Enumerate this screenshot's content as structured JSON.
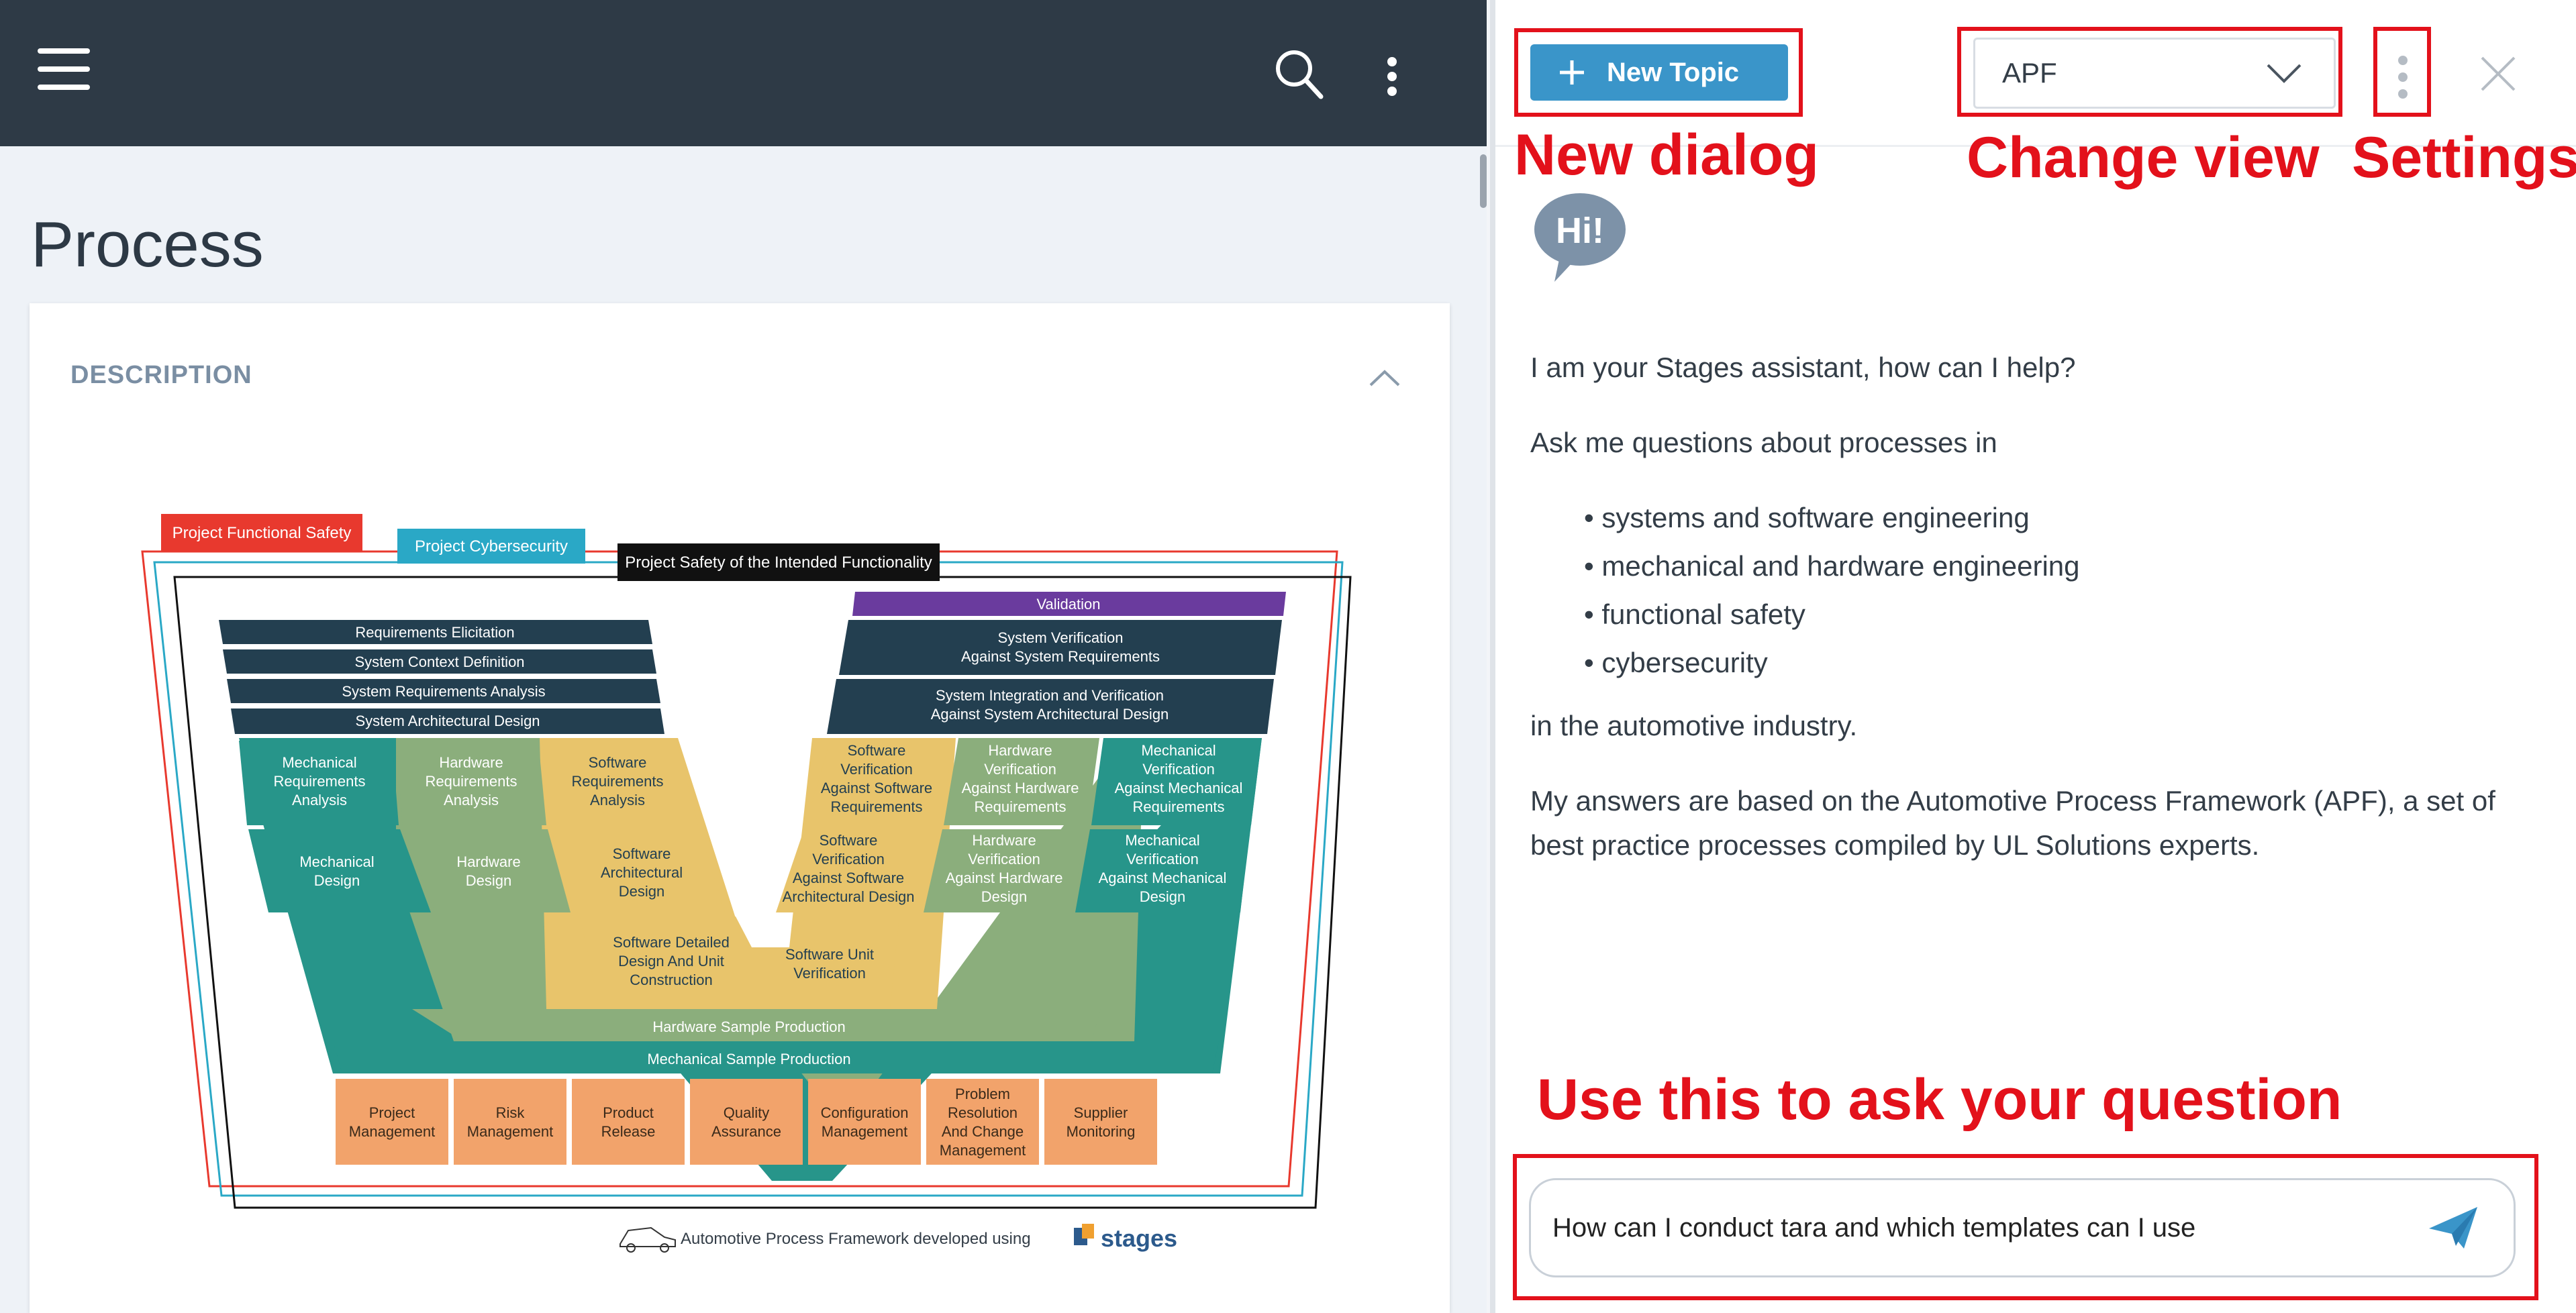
{
  "header": {
    "menu_icon": "hamburger-menu-icon",
    "search_icon": "search-icon",
    "more_icon": "more-vertical-icon"
  },
  "page": {
    "title": "Process",
    "description_label": "DESCRIPTION"
  },
  "diagram": {
    "tabs": {
      "functional_safety": "Project Functional Safety",
      "cybersecurity": "Project Cybersecurity",
      "sotif": "Project Safety of the Intended Functionality"
    },
    "left_bars": [
      "Requirements Elicitation",
      "System Context Definition",
      "System Requirements Analysis",
      "System Architectural Design"
    ],
    "validation": "Validation",
    "system_verification": [
      "System Verification",
      "Against System Requirements"
    ],
    "system_integration": [
      "System Integration and Verification",
      "Against System Architectural Design"
    ],
    "left_row1": [
      [
        "Mechanical",
        "Requirements",
        "Analysis"
      ],
      [
        "Hardware",
        "Requirements",
        "Analysis"
      ],
      [
        "Software",
        "Requirements",
        "Analysis"
      ]
    ],
    "left_row2": [
      [
        "Mechanical",
        "Design"
      ],
      [
        "Hardware",
        "Design"
      ],
      [
        "Software",
        "Architectural",
        "Design"
      ]
    ],
    "sw_detailed": [
      "Software Detailed",
      "Design And Unit",
      "Construction"
    ],
    "sw_unit_verification": [
      "Software Unit",
      "Verification"
    ],
    "right_row1": [
      [
        "Software",
        "Verification",
        "Against Software",
        "Requirements"
      ],
      [
        "Hardware",
        "Verification",
        "Against Hardware",
        "Requirements"
      ],
      [
        "Mechanical",
        "Verification",
        "Against Mechanical",
        "Requirements"
      ]
    ],
    "right_row2": [
      [
        "Software",
        "Verification",
        "Against Software",
        "Architectural Design"
      ],
      [
        "Hardware",
        "Verification",
        "Against Hardware",
        "Design"
      ],
      [
        "Mechanical",
        "Verification",
        "Against Mechanical",
        "Design"
      ]
    ],
    "hw_sample": "Hardware Sample Production",
    "mech_sample": "Mechanical Sample Production",
    "support": [
      [
        "Project",
        "Management"
      ],
      [
        "Risk",
        "Management"
      ],
      [
        "Product",
        "Release"
      ],
      [
        "Quality",
        "Assurance"
      ],
      [
        "Configuration",
        "Management"
      ],
      [
        "Problem",
        "Resolution",
        "And Change",
        "Management"
      ],
      [
        "Supplier",
        "Monitoring"
      ]
    ],
    "footer": "Automotive Process Framework developed using",
    "brand": "stages",
    "colors": {
      "navy": "#233f50",
      "teal": "#27958a",
      "green": "#8bae7c",
      "yellow": "#e8c46b",
      "orange": "#f2a36b",
      "purple": "#6a3b9e",
      "red": "#e8392e",
      "cyan": "#2aa8c6",
      "black": "#111111"
    }
  },
  "panel": {
    "new_topic_label": "New Topic",
    "view_value": "APF",
    "hi_badge": "Hi!",
    "greeting": "I am your Stages assistant, how can I help?",
    "intro": "Ask me questions about processes in",
    "topics": [
      "systems and software engineering",
      "mechanical and hardware engineering",
      "functional safety",
      "cybersecurity"
    ],
    "industry": "in the automotive industry.",
    "answers_line1": "My answers are based on the Automotive Process Framework (APF), a set of",
    "answers_line2": "best practice processes compiled by UL Solutions experts.",
    "input_value": "How can I conduct tara and which templates can I use",
    "send_icon": "send-paper-plane-icon"
  },
  "annotations": {
    "new_dialog": "New dialog",
    "change_view": "Change view",
    "settings": "Settings",
    "ask": "Use this to ask your question"
  }
}
